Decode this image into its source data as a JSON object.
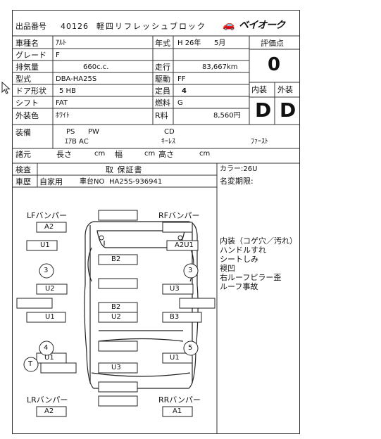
{
  "header": {
    "lot_label": "出品番号",
    "lot_number": "40126",
    "car_class": "軽四リフレッシュブロック",
    "logo_text": "ベイオーク"
  },
  "labels": {
    "car_name": "車種名",
    "grade": "グレード",
    "displacement": "排気量",
    "model_code": "型式",
    "doors": "ドア形状",
    "shift": "シフト",
    "exterior_color": "外装色",
    "year": "年式",
    "mileage": "走行",
    "drive": "駆動",
    "capacity": "定員",
    "fuel": "燃料",
    "recycle_fee": "R料",
    "score": "評価点",
    "interior": "内装",
    "exterior": "外装",
    "equipment": "装備",
    "specs": "諸元",
    "length": "長さ",
    "width": "幅",
    "height": "高さ",
    "inspection": "検査",
    "history": "車歴",
    "color_code_label": "カラー:",
    "name_change_label": "名変期限:"
  },
  "values": {
    "car_name": "ｱﾙﾄ",
    "grade": "F",
    "displacement": "660c.c.",
    "model_code": "DBA-HA25S",
    "doors": "5 HB",
    "shift": "FAT",
    "exterior_color": "ﾎﾜｲﾄ",
    "year": "H 26年",
    "year_month": "5月",
    "mileage": "83,667km",
    "drive": "FF",
    "capacity": "4",
    "fuel": "G",
    "recycle_fee": "8,560円",
    "score": "0",
    "interior_grade": "D",
    "exterior_grade": "D",
    "color_code": "26U",
    "dimension_unit": "cm"
  },
  "equipment": {
    "ps": "PS",
    "pw": "PW",
    "cd": "CD",
    "ac": "ｴｱB  AC",
    "keyless": "ｷｰﾚｽ",
    "first": "ﾌｧｰｽﾄ"
  },
  "history": {
    "warranty": "取 保証書",
    "usage": "自家用",
    "chassis_label": "車台NO",
    "chassis_number": "HA25S-936941"
  },
  "diagram": {
    "lf_label": "LFバンパー",
    "rf_label": "RFバンパー",
    "lr_label": "LRバンパー",
    "rr_label": "RRバンパー",
    "marks": {
      "lf_bumper": "A2",
      "lf_fender": "U1",
      "rf_fender": "A2U1",
      "hood": "B2",
      "lf_door": "U2",
      "rf_door": "U3",
      "roof_a": "B2",
      "roof_b": "U2",
      "lr_door": "U1",
      "rr_door": "B3",
      "lr_quarter": "U1",
      "rr_quarter": "U1",
      "trunk": "U3",
      "lr_bumper": "A2",
      "rr_bumper": "A1"
    },
    "circles": {
      "lf_wheel": "3",
      "rf_wheel": "3",
      "lr_wheel": "4",
      "rr_wheel": "5",
      "tire": "T"
    }
  },
  "notes": [
    "内装（コゲ穴／汚れ）",
    "ハンドルすれ",
    "シートしみ",
    "襖凹",
    "右ルーフピラー歪",
    "ルーフ事故"
  ]
}
